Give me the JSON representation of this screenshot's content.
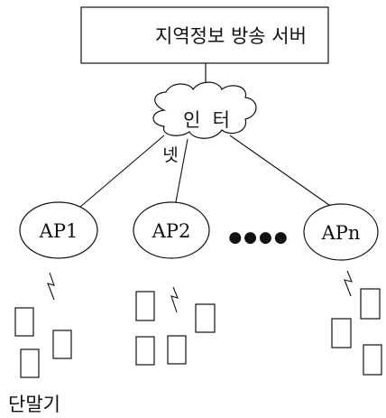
{
  "server": {
    "label": "지역정보 방송 서버"
  },
  "internet": {
    "label_line1": "인  터",
    "label_line2": "넷"
  },
  "access_points": [
    {
      "label": "AP1"
    },
    {
      "label": "AP2"
    },
    {
      "label": "APn"
    }
  ],
  "ellipsis": "●●●●",
  "terminal_label": "단말기",
  "colors": {
    "stroke": "#111111",
    "background": "#ffffff"
  }
}
